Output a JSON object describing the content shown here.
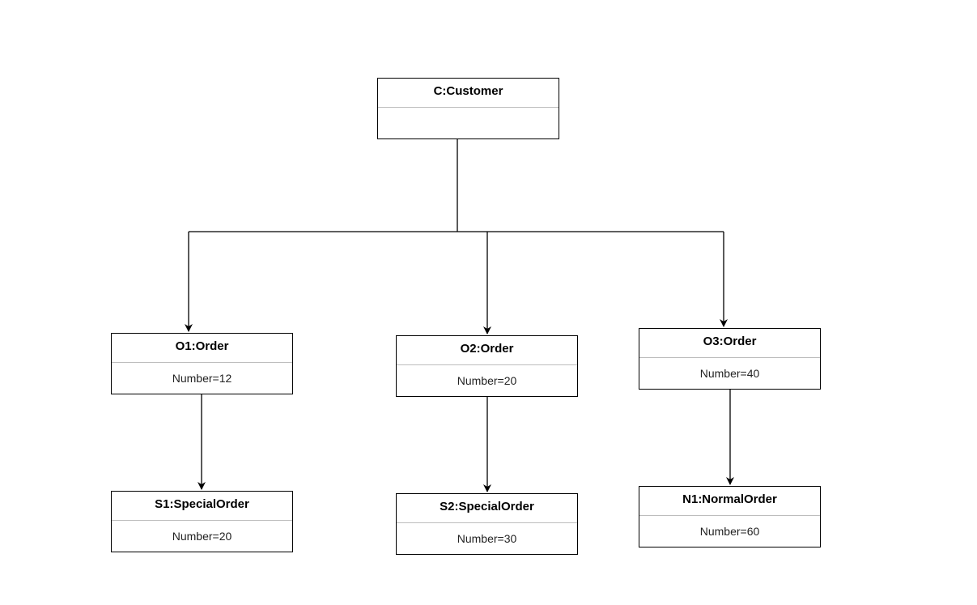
{
  "diagram": {
    "line_color": "#000000",
    "divider_color": "#bdbdbd",
    "nodes": {
      "customer": {
        "title": "C:Customer",
        "attribute": ""
      },
      "o1": {
        "title": "O1:Order",
        "attribute": "Number=12"
      },
      "o2": {
        "title": "O2:Order",
        "attribute": "Number=20"
      },
      "o3": {
        "title": "O3:Order",
        "attribute": "Number=40"
      },
      "s1": {
        "title": "S1:SpecialOrder",
        "attribute": "Number=20"
      },
      "s2": {
        "title": "S2:SpecialOrder",
        "attribute": "Number=30"
      },
      "n1": {
        "title": "N1:NormalOrder",
        "attribute": "Number=60"
      }
    },
    "edges": [
      {
        "from": "customer",
        "to": "o1"
      },
      {
        "from": "customer",
        "to": "o2"
      },
      {
        "from": "customer",
        "to": "o3"
      },
      {
        "from": "o1",
        "to": "s1"
      },
      {
        "from": "o2",
        "to": "s2"
      },
      {
        "from": "o3",
        "to": "n1"
      }
    ]
  }
}
